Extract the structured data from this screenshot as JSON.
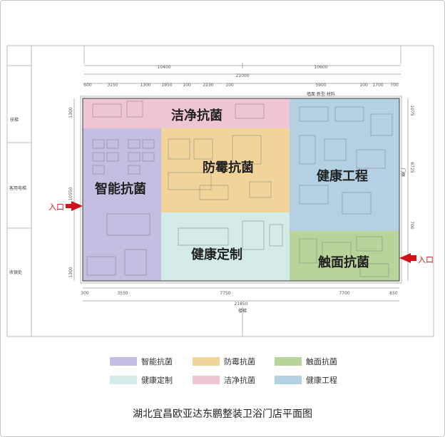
{
  "caption": "湖北宜昌欧亚达东鹏整装卫浴门店平面图",
  "zones": {
    "zhineng": {
      "label": "智能抗菌",
      "color": "#c6bde3"
    },
    "fangmei": {
      "label": "防霉抗菌",
      "color": "#f2d49a"
    },
    "chumian": {
      "label": "触面抗菌",
      "color": "#b9d49a"
    },
    "jiankangdingzhi": {
      "label": "健康定制",
      "color": "#d2ebe8"
    },
    "jiejing": {
      "label": "洁净抗菌",
      "color": "#efc5d3"
    },
    "jiankanggongcheng": {
      "label": "健康工程",
      "color": "#b3d1e3"
    }
  },
  "entrances": {
    "left": "入口",
    "right": "入口"
  },
  "legend": [
    {
      "label": "智能抗菌",
      "color": "#c6bde3"
    },
    {
      "label": "防霉抗菌",
      "color": "#f2d49a"
    },
    {
      "label": "触面抗菌",
      "color": "#b9d49a"
    },
    {
      "label": "健康定制",
      "color": "#d2ebe8"
    },
    {
      "label": "洁净抗菌",
      "color": "#efc5d3"
    },
    {
      "label": "健康工程",
      "color": "#b3d1e3"
    }
  ],
  "side_labels": {
    "a": "扶梯",
    "b": "客用电梯",
    "c": "收银处"
  },
  "dimensions": {
    "top_total": "21000",
    "top_left": "10400",
    "top_right": "10600",
    "top_segments": [
      "600",
      "3150",
      "1300",
      "1950",
      "100",
      "2230",
      "100",
      "5900",
      "100",
      "1700",
      "700"
    ],
    "bottom_segments": [
      "300",
      "3550",
      "7750",
      "7700",
      "650"
    ],
    "bottom_total": "21850",
    "left_side": [
      "1300",
      "10550",
      "1300"
    ],
    "right_side": [
      "1075",
      "6725",
      "700"
    ]
  },
  "room_notes": {
    "top_right_label": "墙面 新型 材料",
    "bottom_mid": "楼梯",
    "right_mid": "门框"
  }
}
